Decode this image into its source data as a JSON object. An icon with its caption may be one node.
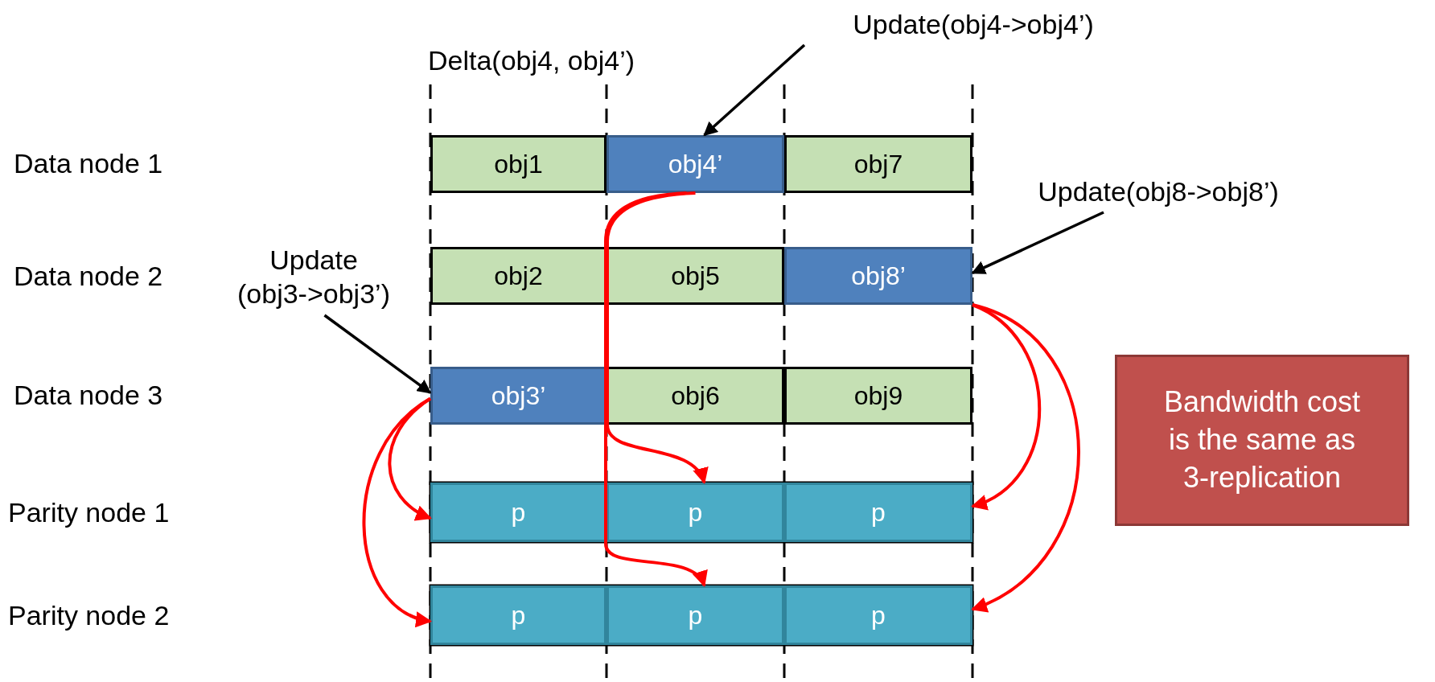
{
  "diagram": {
    "nodes": [
      {
        "text": [
          "Update(obj4->obj4’)"
        ]
      },
      {
        "text": [
          "obj1"
        ]
      },
      {
        "text": [
          "obj4’"
        ]
      },
      {
        "text": [
          "obj7"
        ]
      },
      {
        "text": [
          "Update(obj8->obj8’)"
        ]
      },
      {
        "text": [
          "obj2"
        ]
      },
      {
        "text": [
          "obj5"
        ]
      },
      {
        "text": [
          "obj8’"
        ]
      },
      {
        "text": [
          "Update (obj3->obj3’)"
        ]
      },
      {
        "text": [
          "obj3’"
        ]
      },
      {
        "text": [
          "obj6"
        ]
      },
      {
        "text": [
          "obj9"
        ]
      },
      {
        "text": [
          "p"
        ]
      },
      {
        "text": [
          "p"
        ]
      },
      {
        "text": [
          "p"
        ]
      },
      {
        "text": [
          "p"
        ]
      },
      {
        "text": [
          "p"
        ]
      },
      {
        "text": [
          "p"
        ]
      },
      {
        "text": [
          "Bandwidth cost is the same as 3-replication"
        ]
      }
    ],
    "edges": [
      {
        "from": 0,
        "to": 2,
        "arrow": "to",
        "color": "#000000"
      },
      {
        "from": 4,
        "to": 7,
        "arrow": "to",
        "color": "#000000"
      },
      {
        "from": 8,
        "to": 9,
        "arrow": "to",
        "color": "#000000"
      },
      {
        "from": 2,
        "to": 13,
        "arrow": "to",
        "color": "#ff0000"
      },
      {
        "from": 2,
        "to": 16,
        "arrow": "to",
        "color": "#ff0000"
      },
      {
        "from": 7,
        "to": 14,
        "arrow": "to",
        "color": "#ff0000"
      },
      {
        "from": 7,
        "to": 17,
        "arrow": "to",
        "color": "#ff0000"
      },
      {
        "from": 9,
        "to": 12,
        "arrow": "to",
        "color": "#ff0000"
      },
      {
        "from": 9,
        "to": 15,
        "arrow": "to",
        "color": "#ff0000"
      }
    ],
    "labels": [
      "Delta(obj4, obj4’)",
      "Data node 1",
      "Data node 2",
      "Data node 3",
      "Parity node 1",
      "Parity node 2"
    ]
  }
}
